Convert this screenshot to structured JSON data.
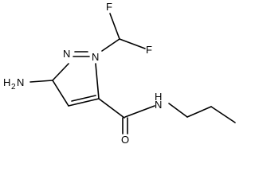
{
  "structure": {
    "labels": {
      "f_top": "F",
      "f_right": "F",
      "n_ring_1": "N",
      "n_ring_2": "N",
      "h2n_h": "H",
      "h2n_sub": "2",
      "h2n_n": "N",
      "amide_n": "N",
      "amide_h": "H",
      "carbonyl_o": "O"
    }
  }
}
